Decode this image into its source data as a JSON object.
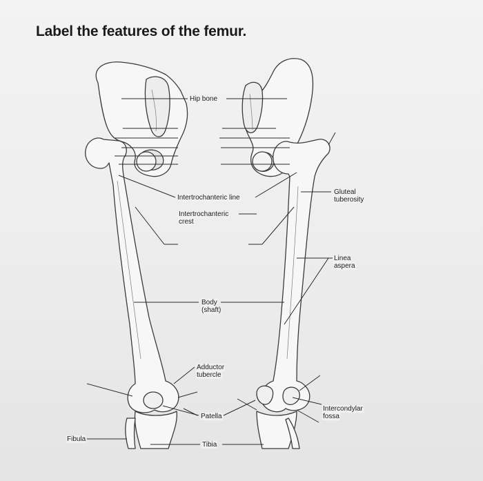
{
  "title": "Label the features of the femur.",
  "labels": {
    "hip_bone": "Hip bone",
    "intertrochanteric_line": "Intertrochanteric line",
    "intertrochanteric_crest_1": "Intertrochanteric",
    "intertrochanteric_crest_2": "crest",
    "gluteal_tuberosity_1": "Gluteal",
    "gluteal_tuberosity_2": "tuberosity",
    "linea_aspera_1": "Linea",
    "linea_aspera_2": "aspera",
    "body_1": "Body",
    "body_2": "(shaft)",
    "adductor_tubercle_1": "Adductor",
    "adductor_tubercle_2": "tubercle",
    "patella": "Patella",
    "intercondylar_fossa_1": "Intercondylar",
    "intercondylar_fossa_2": "fossa",
    "fibula": "Fibula",
    "tibia": "Tibia"
  }
}
